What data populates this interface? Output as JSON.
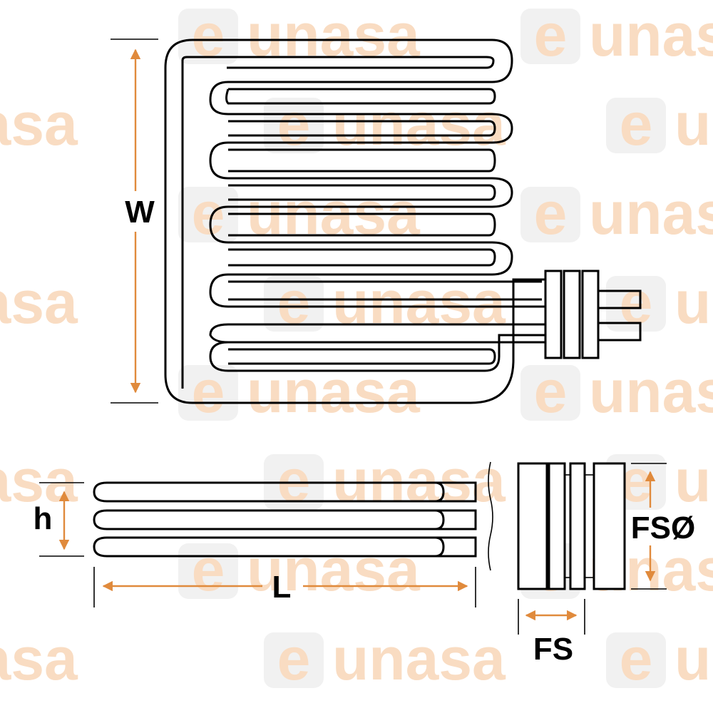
{
  "watermark": {
    "badge_letter": "e",
    "rest_text": "unasa",
    "full_text": "eunasa"
  },
  "labels": {
    "width": "W",
    "height": "h",
    "length": "L",
    "flange_diameter": "FSØ",
    "flange_spacing": "FS"
  },
  "colors": {
    "dimension": "#e08a3c",
    "outline": "#000000",
    "watermark_gray": "#eeeeee",
    "watermark_orange": "#f9dcc2"
  }
}
